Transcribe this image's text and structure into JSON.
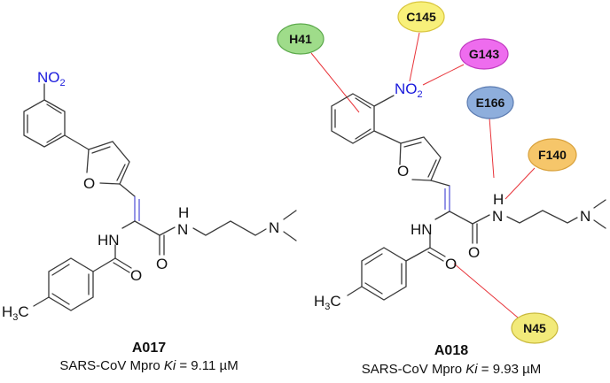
{
  "figure": {
    "type": "chemical-structure-comparison",
    "compounds": [
      {
        "id": "A017",
        "name": "A017",
        "activity_prefix": "SARS-CoV Mpro ",
        "activity_italic": "Ki",
        "activity_suffix": " = 9.11 µM",
        "target": "SARS-CoV Mpro",
        "ki_value": "9.11",
        "ki_unit": "µM",
        "labels": {
          "nitro": "NO",
          "nitro_sub": "2",
          "furan_o": "O",
          "hn": "HN",
          "amide_o1": "O",
          "amide_h": "H",
          "amide_n": "N",
          "amide_o2": "O",
          "dimethyl_n": "N",
          "methyl_h": "H",
          "methyl_sub": "3",
          "methyl_c": "C"
        }
      },
      {
        "id": "A018",
        "name": "A018",
        "activity_prefix": "SARS-CoV Mpro ",
        "activity_italic": "Ki",
        "activity_suffix": " = 9.93 µM",
        "target": "SARS-CoV Mpro",
        "ki_value": "9.93",
        "ki_unit": "µM",
        "labels": {
          "nitro": "NO",
          "nitro_sub": "2",
          "furan_o": "O",
          "hn": "HN",
          "amide_o1": "O",
          "amide_h": "H",
          "amide_n": "N",
          "amide_o2": "O",
          "dimethyl_n": "N",
          "methyl_h": "H",
          "methyl_sub": "3",
          "methyl_c": "C"
        },
        "residues": [
          {
            "label": "H41",
            "fill": "#9fdc8a",
            "stroke": "#5aa84a",
            "interacts_with": "phenyl ring"
          },
          {
            "label": "C145",
            "fill": "#f8f07a",
            "stroke": "#d8c43a",
            "interacts_with": "NO2"
          },
          {
            "label": "G143",
            "fill": "#ee6cee",
            "stroke": "#c03ac0",
            "interacts_with": "NO2"
          },
          {
            "label": "E166",
            "fill": "#8eaedc",
            "stroke": "#5a7ab0",
            "interacts_with": "amide NH"
          },
          {
            "label": "F140",
            "fill": "#f6c66a",
            "stroke": "#d8a03a",
            "interacts_with": "amide NH"
          },
          {
            "label": "N45",
            "fill": "#f2ea7a",
            "stroke": "#c8b83a",
            "interacts_with": "benzamide O"
          }
        ]
      }
    ],
    "colors": {
      "bond": "#3a3a3a",
      "nitro_text": "#1a1adc",
      "alkene_highlight": "#5a5ad8",
      "contact_line": "#e8343a"
    }
  }
}
